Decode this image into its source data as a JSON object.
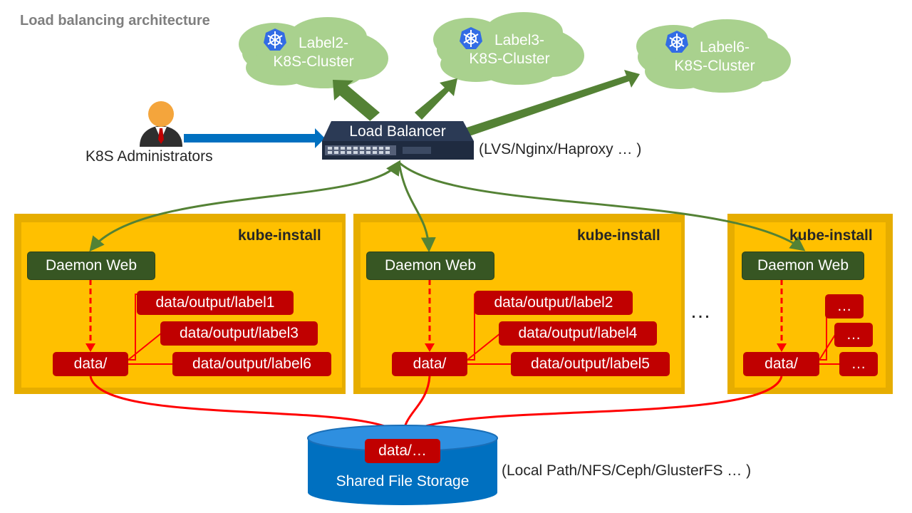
{
  "title": "Load balancing architecture",
  "clusters": [
    {
      "line1": "Label2-",
      "line2": "K8S-Cluster"
    },
    {
      "line1": "Label3-",
      "line2": "K8S-Cluster"
    },
    {
      "line1": "Label6-",
      "line2": "K8S-Cluster"
    }
  ],
  "admin_label": "K8S Administrators",
  "load_balancer": {
    "label": "Load Balancer",
    "note": "(LVS/Nginx/Haproxy … )"
  },
  "panels": [
    {
      "title": "kube-install",
      "daemon": "Daemon Web",
      "data": "data/",
      "outputs": [
        "data/output/label1",
        "data/output/label3",
        "data/output/label6"
      ]
    },
    {
      "title": "kube-install",
      "daemon": "Daemon Web",
      "data": "data/",
      "outputs": [
        "data/output/label2",
        "data/output/label4",
        "data/output/label5"
      ]
    },
    {
      "title": "kube-install",
      "daemon": "Daemon Web",
      "data": "data/",
      "outputs": [
        "…",
        "…",
        "…"
      ]
    }
  ],
  "ellipsis": "…",
  "storage": {
    "data_label": "data/…",
    "label": "Shared File Storage",
    "note": "(Local Path/NFS/Ceph/GlusterFS … )"
  },
  "colors": {
    "cloud": "#a9d18e",
    "arrow_green": "#548235",
    "arrow_blue": "#0070c0",
    "panel": "#ffc000",
    "daemon": "#375623",
    "red": "#c00000",
    "storage": "#0070c0"
  },
  "icons": [
    "kubernetes-icon",
    "administrator-icon",
    "network-switch-icon"
  ]
}
